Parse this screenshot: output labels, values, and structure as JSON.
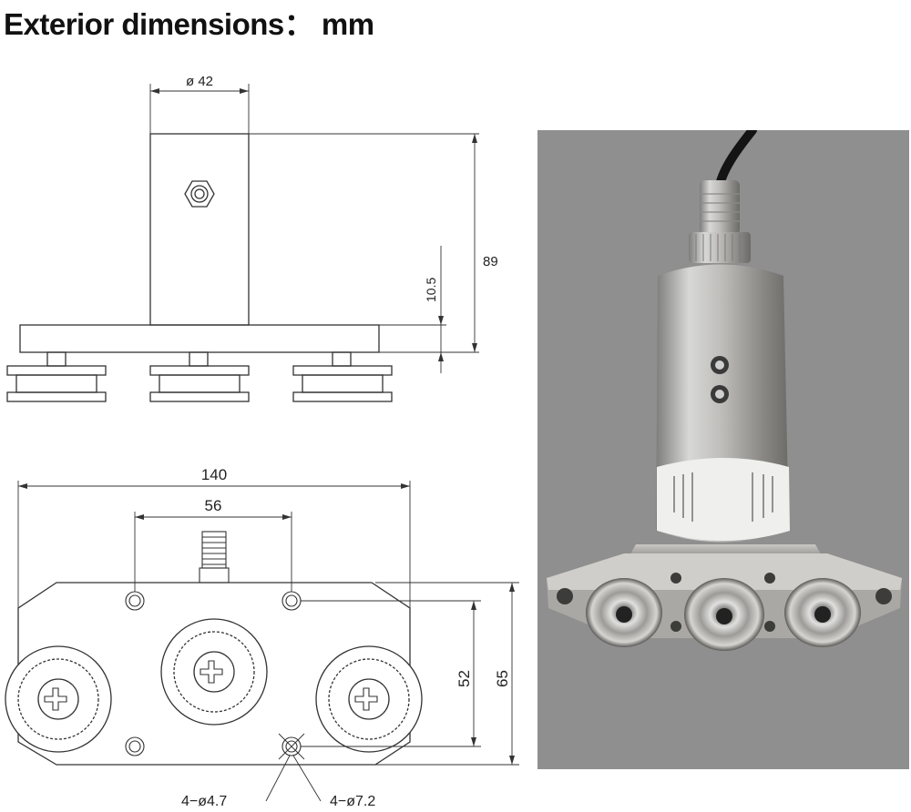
{
  "header": {
    "title": "Exterior dimensions： mm"
  },
  "side_view": {
    "dim_diameter": "ø 42",
    "dim_height": "89",
    "dim_base": "10.5"
  },
  "bottom_view": {
    "dim_width": "140",
    "dim_hole_spacing": "56",
    "dim_hole_vertical": "52",
    "dim_depth": "65",
    "dim_small_holes": "4−ø4.7",
    "dim_large_holes": "4−ø7.2"
  },
  "photo": {
    "subject": "stainless steel sensor with three roller wheels",
    "background_color": "#8f8f8f"
  }
}
